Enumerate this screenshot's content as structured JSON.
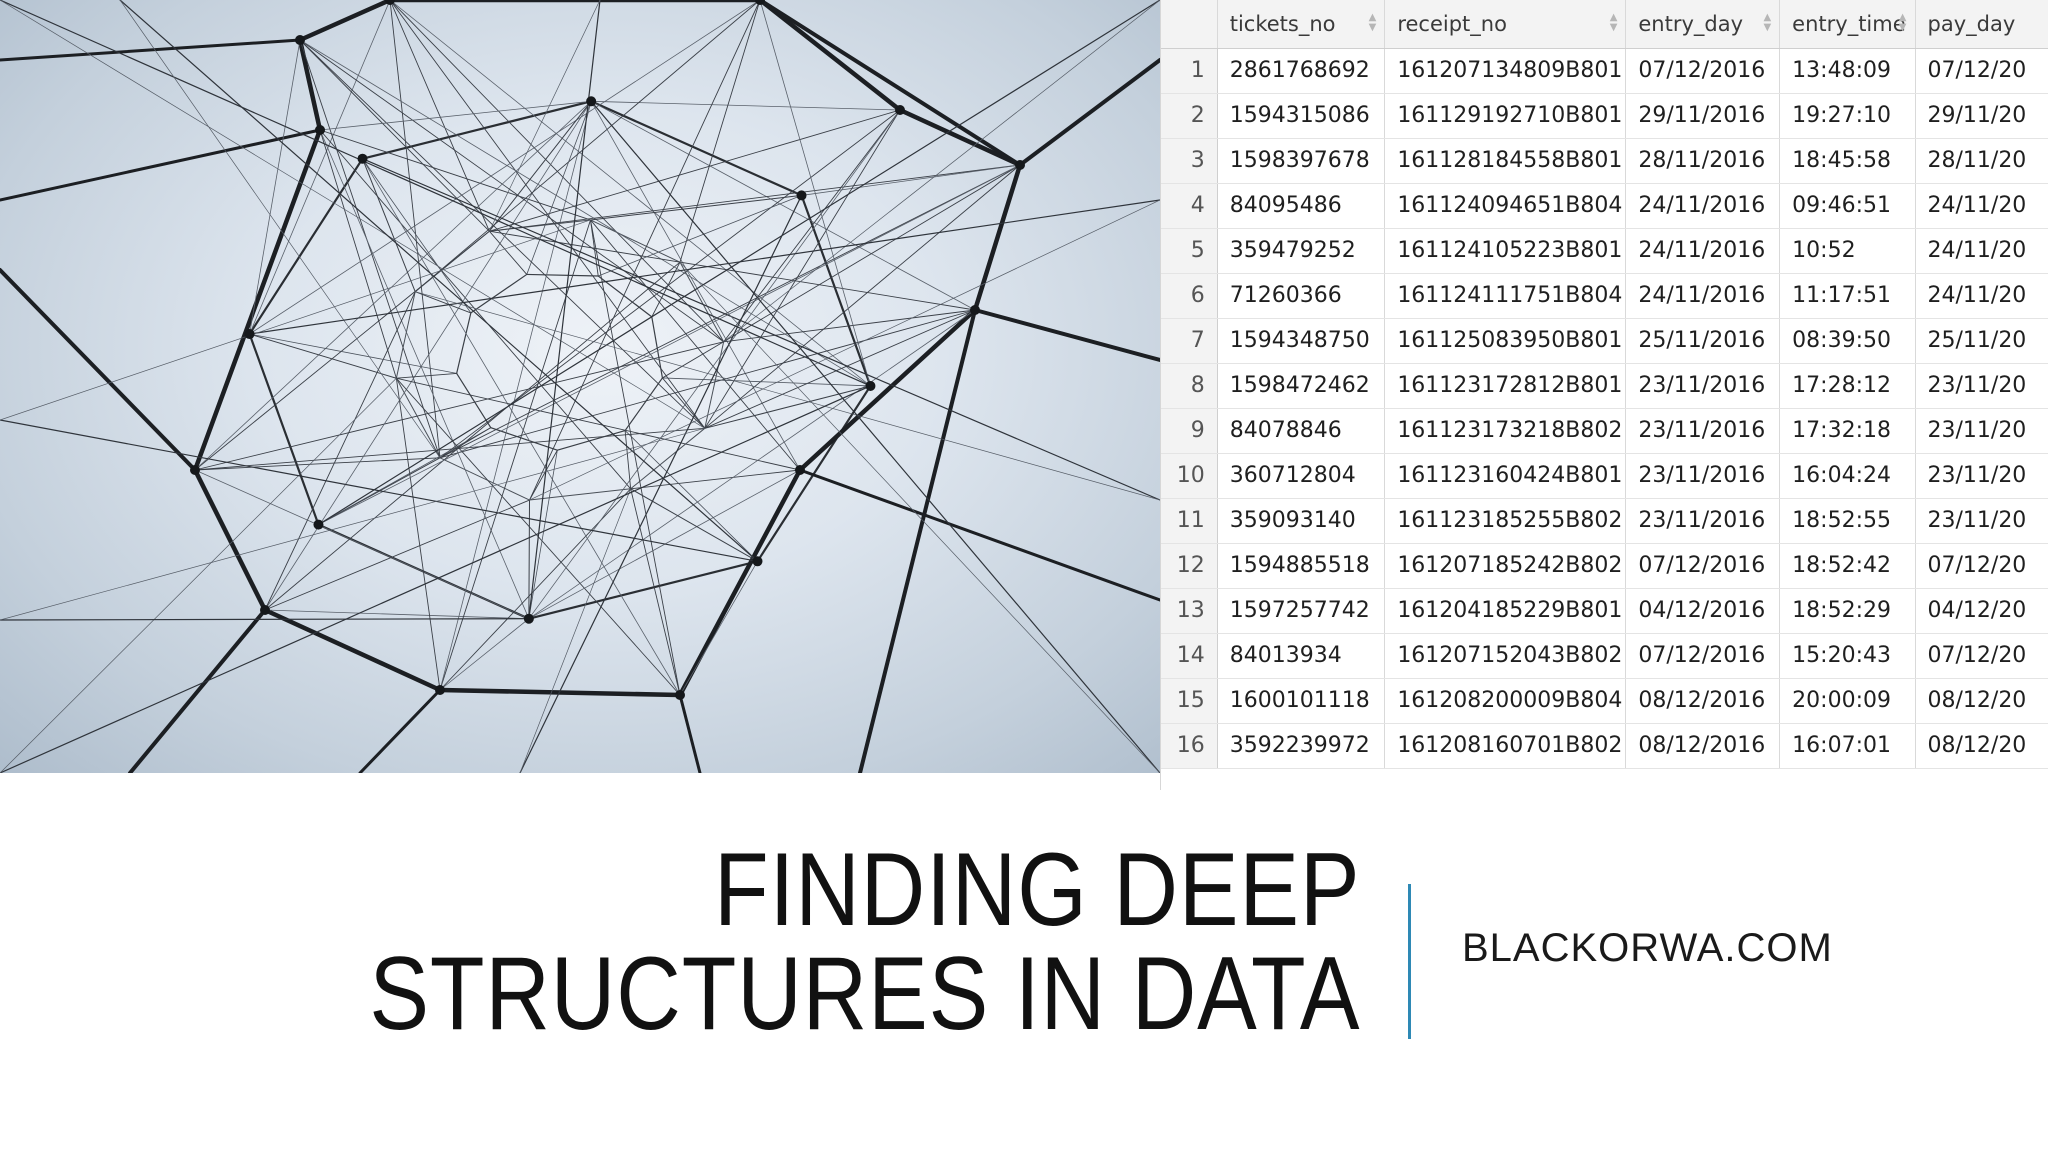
{
  "slide": {
    "title_line1": "FINDING DEEP",
    "title_line2": "STRUCTURES IN DATA",
    "website": "BLACKORWA.COM",
    "accent_color": "#2e89b5"
  },
  "photo": {
    "subject": "string network sculpture",
    "icon": "network-photo"
  },
  "table": {
    "columns": [
      "tickets_no",
      "receipt_no",
      "entry_day",
      "entry_time",
      "pay_day"
    ],
    "rows": [
      [
        "1",
        "2861768692",
        "161207134809B801",
        "07/12/2016",
        "13:48:09",
        "07/12/20"
      ],
      [
        "2",
        "1594315086",
        "161129192710B801",
        "29/11/2016",
        "19:27:10",
        "29/11/20"
      ],
      [
        "3",
        "1598397678",
        "161128184558B801",
        "28/11/2016",
        "18:45:58",
        "28/11/20"
      ],
      [
        "4",
        "84095486",
        "161124094651B804",
        "24/11/2016",
        "09:46:51",
        "24/11/20"
      ],
      [
        "5",
        "359479252",
        "161124105223B801",
        "24/11/2016",
        "10:52",
        "24/11/20"
      ],
      [
        "6",
        "71260366",
        "161124111751B804",
        "24/11/2016",
        "11:17:51",
        "24/11/20"
      ],
      [
        "7",
        "1594348750",
        "161125083950B801",
        "25/11/2016",
        "08:39:50",
        "25/11/20"
      ],
      [
        "8",
        "1598472462",
        "161123172812B801",
        "23/11/2016",
        "17:28:12",
        "23/11/20"
      ],
      [
        "9",
        "84078846",
        "161123173218B802",
        "23/11/2016",
        "17:32:18",
        "23/11/20"
      ],
      [
        "10",
        "360712804",
        "161123160424B801",
        "23/11/2016",
        "16:04:24",
        "23/11/20"
      ],
      [
        "11",
        "359093140",
        "161123185255B802",
        "23/11/2016",
        "18:52:55",
        "23/11/20"
      ],
      [
        "12",
        "1594885518",
        "161207185242B802",
        "07/12/2016",
        "18:52:42",
        "07/12/20"
      ],
      [
        "13",
        "1597257742",
        "161204185229B801",
        "04/12/2016",
        "18:52:29",
        "04/12/20"
      ],
      [
        "14",
        "84013934",
        "161207152043B802",
        "07/12/2016",
        "15:20:43",
        "07/12/20"
      ],
      [
        "15",
        "1600101118",
        "161208200009B804",
        "08/12/2016",
        "20:00:09",
        "08/12/20"
      ],
      [
        "16",
        "3592239972",
        "161208160701B802",
        "08/12/2016",
        "16:07:01",
        "08/12/20"
      ]
    ]
  }
}
